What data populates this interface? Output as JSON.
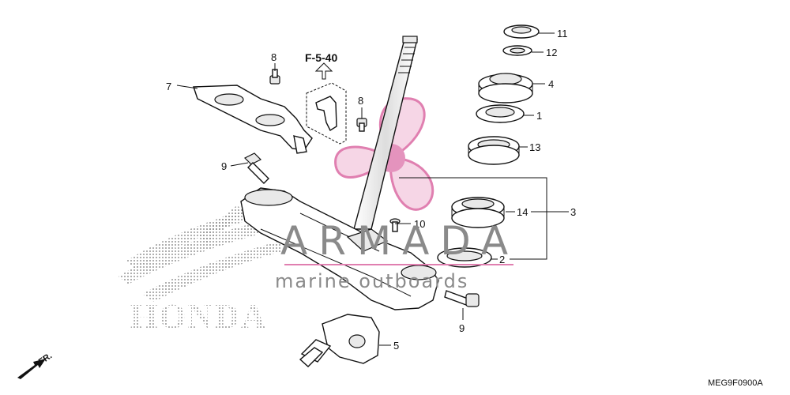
{
  "diagram": {
    "reference": "F-5-40",
    "code": "MEG9F0900A",
    "fr_label": "FR.",
    "callouts": {
      "p1": "1",
      "p2": "2",
      "p3": "3",
      "p4": "4",
      "p5": "5",
      "p7": "7",
      "p8a": "8",
      "p8b": "8",
      "p9a": "9",
      "p9b": "9",
      "p10": "10",
      "p11": "11",
      "p12": "12",
      "p13": "13",
      "p14": "14"
    }
  },
  "watermark": {
    "brand": "ARMADA",
    "tagline": "marine outboards",
    "honda": "HONDA",
    "accent_color": "#e07fb0",
    "text_color": "#8a8a8a"
  }
}
